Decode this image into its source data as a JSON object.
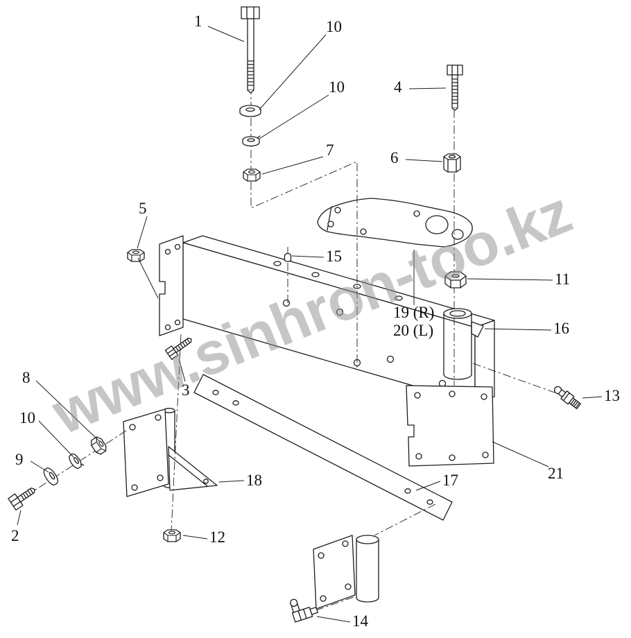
{
  "page": {
    "background_color": "#ffffff",
    "line_color": "#1c1c1c"
  },
  "watermark": {
    "text": "www.sinhron-too.kz",
    "color": "#8f8f8f"
  },
  "callouts": {
    "c1": "1",
    "c2": "2",
    "c3": "3",
    "c4": "4",
    "c5": "5",
    "c6": "6",
    "c7": "7",
    "c8": "8",
    "c9": "9",
    "c10a": "10",
    "c10b": "10",
    "c10c": "10",
    "c11": "11",
    "c12": "12",
    "c13": "13",
    "c14": "14",
    "c15": "15",
    "c16": "16",
    "c17": "17",
    "c18": "18",
    "c19": "19 (R)",
    "c20": "20 (L)",
    "c21": "21"
  }
}
